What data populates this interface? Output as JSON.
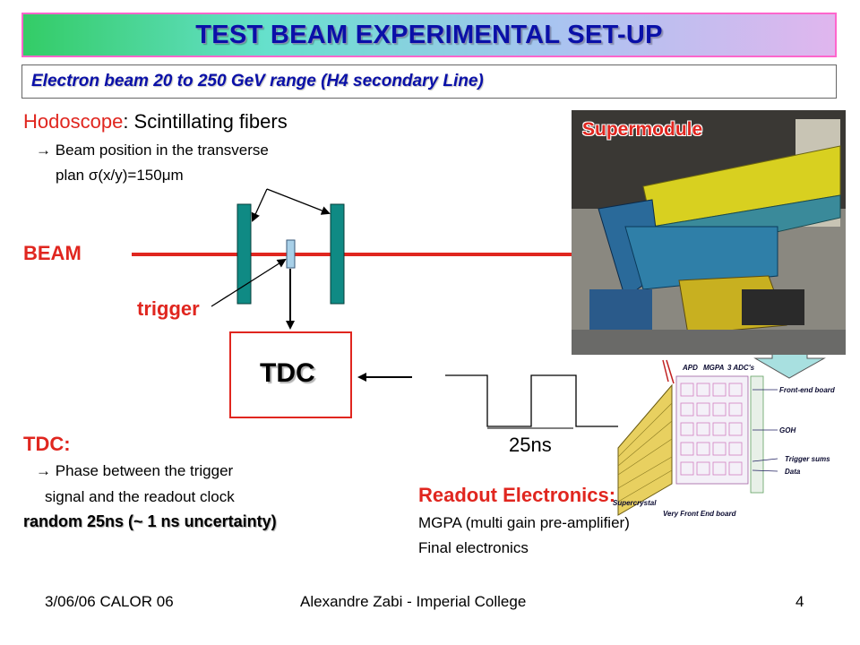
{
  "header": {
    "title": "TEST BEAM EXPERIMENTAL SET-UP",
    "subtitle": "Electron beam 20 to 250 GeV range (H4 secondary Line)"
  },
  "hodoscope": {
    "name": "Hodoscope",
    "rest": ": Scintillating fibers",
    "arrow": "→",
    "line2": "Beam position in the transverse",
    "line3_pre": "plan ",
    "sigma": "σ",
    "line3_mid": "(x/y)=150",
    "mu": "μ",
    "line3_unit": "m"
  },
  "labels": {
    "beam": "BEAM",
    "trigger": "trigger",
    "tdc_box": "TDC",
    "pulse_period": "25ns",
    "supermodule": "Supermodule"
  },
  "tdc_note": {
    "heading": "TDC:",
    "arrow": "→",
    "line2": "Phase between the trigger",
    "line3": "signal and the readout clock",
    "line4_pre": "random 25ns (",
    "tilde": "~",
    "line4_post": " 1 ns uncertainty)"
  },
  "readout": {
    "heading": "Readout Electronics:",
    "line2": "MGPA (multi gain pre-amplifier)",
    "line3": "Final electronics"
  },
  "electronics_figure": {
    "top_labels": [
      "APD",
      "MGPA",
      "3 ADC's"
    ],
    "front_end_board": "Front-end board",
    "goh": "GOH",
    "trigger_sums": "Trigger sums",
    "data": "Data",
    "supercrystal": "Supercrystal",
    "very_front_end_board": "Very Front End board"
  },
  "footer": {
    "date": "3/06/06 CALOR 06",
    "author": "Alexandre Zabi - Imperial College",
    "page": "4"
  },
  "colors": {
    "title_text": "#0a10a8",
    "accent_red": "#e0261f",
    "hodoscope_plane": "#0f8a84",
    "trigger_counter": "#a8d0e8",
    "down_arrow": "#a8e0e0"
  }
}
